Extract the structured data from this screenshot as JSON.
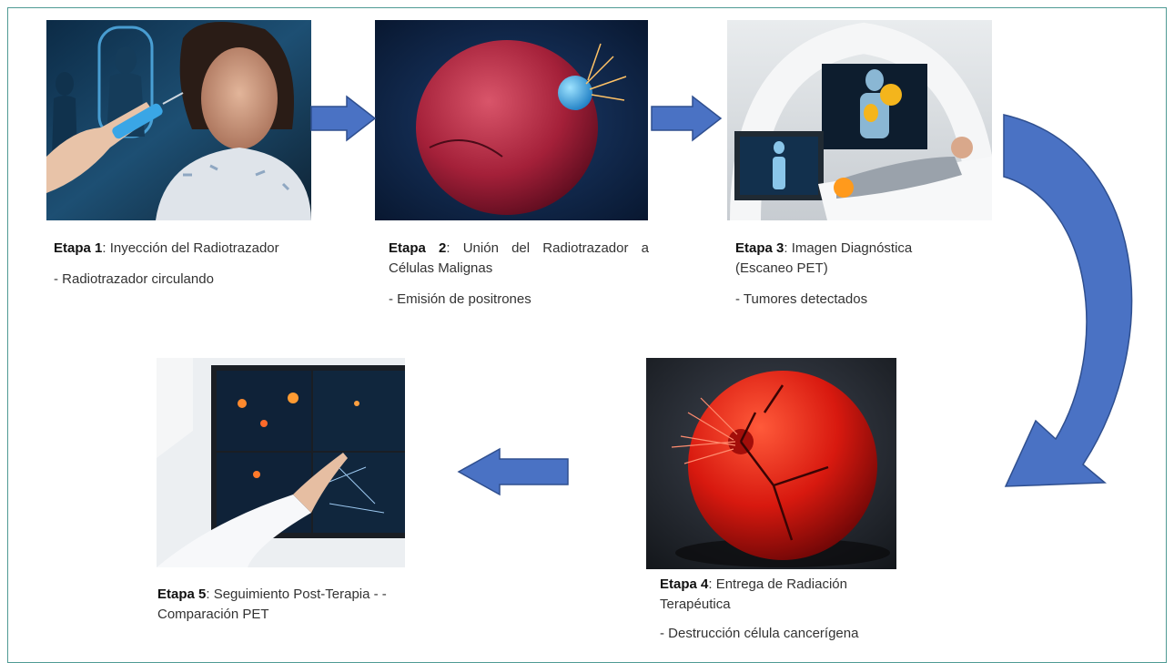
{
  "colors": {
    "frame_border": "#4f9a94",
    "arrow_fill": "#4a72c4",
    "arrow_stroke": "#2f4f8f"
  },
  "stages": [
    {
      "stage_label": "Etapa 1",
      "title": ": Inyección del Radiotrazador",
      "note": "- Radiotrazador circulando",
      "image": "patient-injection-photo"
    },
    {
      "stage_label": "Etapa 2",
      "title": ": Unión del Radiotrazador a Células Malignas",
      "note": "- Emisión de positrones",
      "image": "cell-binding-photo"
    },
    {
      "stage_label": "Etapa 3",
      "title": ": Imagen Diagnóstica (Escaneo PET)",
      "note": "- Tumores detectados",
      "image": "pet-scanner-photo"
    },
    {
      "stage_label": "Etapa 4",
      "title": ": Entrega de Radiación Terapéutica",
      "note": "- Destrucción célula cancerígena",
      "image": "cracked-cancer-cell-photo"
    },
    {
      "stage_label": "Etapa 5",
      "title": ": Seguimiento Post-Terapia - - Comparación PET",
      "note": "",
      "image": "monitor-comparison-photo"
    }
  ],
  "arrows": [
    "arrow-right",
    "arrow-right",
    "curved-arrow-down",
    "arrow-left"
  ]
}
